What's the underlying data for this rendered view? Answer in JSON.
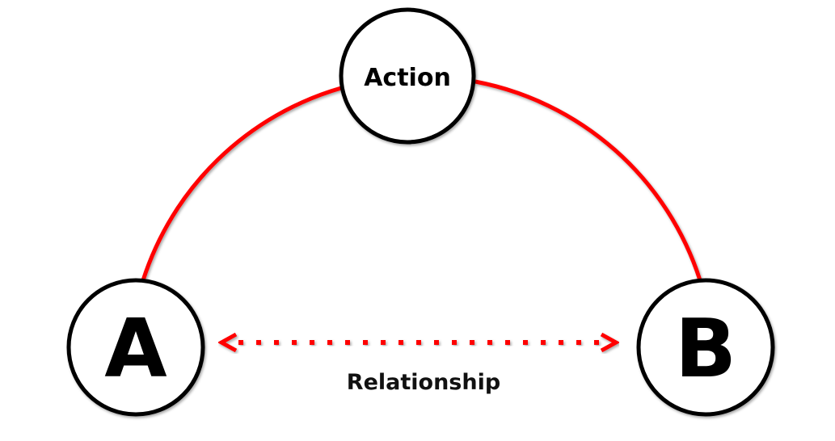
{
  "diagram": {
    "title": "",
    "nodes": {
      "action": {
        "label": "Action"
      },
      "a": {
        "label": "A"
      },
      "b": {
        "label": "B"
      }
    },
    "edges": [
      {
        "from": "a",
        "to": "action",
        "style": "solid",
        "color": "#ff0000"
      },
      {
        "from": "action",
        "to": "b",
        "style": "solid",
        "color": "#ff0000"
      },
      {
        "from": "a",
        "to": "b",
        "style": "dotted-double-arrow",
        "color": "#ff0000",
        "label": "Relationship"
      }
    ],
    "relationship_label": "Relationship",
    "colors": {
      "connector": "#ff0000",
      "node_stroke": "#000000",
      "node_fill": "#ffffff"
    }
  }
}
